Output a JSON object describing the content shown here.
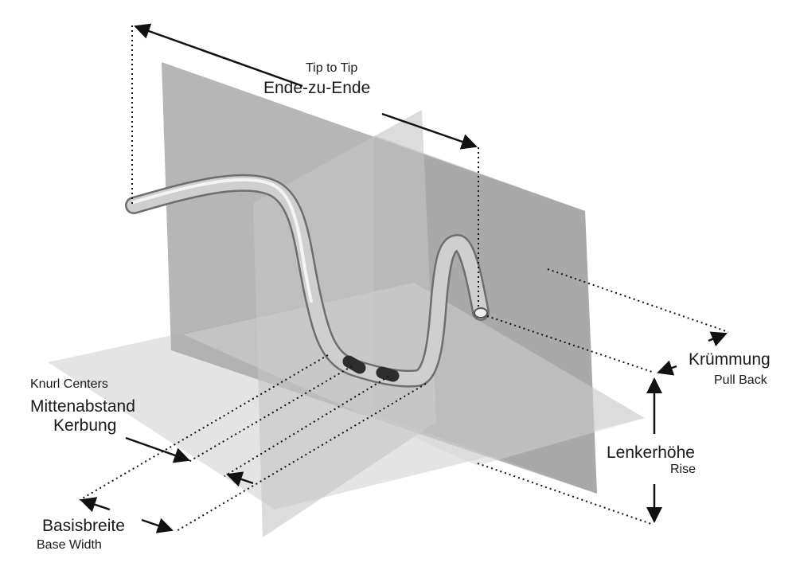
{
  "labels": {
    "tip_to_tip_en": "Tip to Tip",
    "tip_to_tip_de": "Ende-zu-Ende",
    "knurl_centers_en": "Knurl Centers",
    "knurl_centers_de_line1": "Mittenabstand",
    "knurl_centers_de_line2": "Kerbung",
    "pull_back_de": "Krümmung",
    "pull_back_en": "Pull Back",
    "rise_de": "Lenkerhöhe",
    "rise_en": "Rise",
    "base_width_de": "Basisbreite",
    "base_width_en": "Base Width"
  },
  "colors": {
    "background": "#ffffff",
    "plane_light": "#d9d9d9",
    "plane_mid": "#b5b5b5",
    "plane_dark": "#8f8f8f",
    "bar": "#c9c9c9",
    "knurl": "#333333",
    "dimension_line": "#111111"
  }
}
